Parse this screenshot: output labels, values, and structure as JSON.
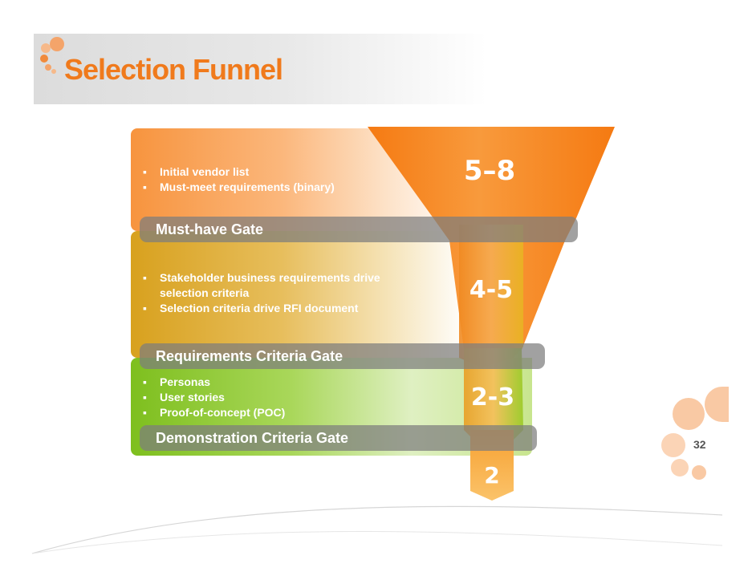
{
  "slide": {
    "title": "Selection Funnel",
    "page_number": "32"
  },
  "stages": [
    {
      "bullets": [
        "Initial vendor list",
        "Must-meet requirements (binary)"
      ],
      "count": "5–8",
      "gate": "Must-have Gate"
    },
    {
      "bullets": [
        "Stakeholder business requirements drive selection criteria",
        "Selection criteria drive RFI document"
      ],
      "count": "4-5",
      "gate": "Requirements Criteria Gate"
    },
    {
      "bullets": [
        "Personas",
        "User stories",
        "Proof-of-concept (POC)"
      ],
      "count": "2-3",
      "gate": "Demonstration Criteria Gate"
    },
    {
      "count": "2"
    }
  ],
  "colors": {
    "accent": "#f07a1c",
    "orange": "#f7943e",
    "gold": "#d8a11e",
    "green": "#7ebf1e",
    "gate": "#7d7d7d"
  }
}
